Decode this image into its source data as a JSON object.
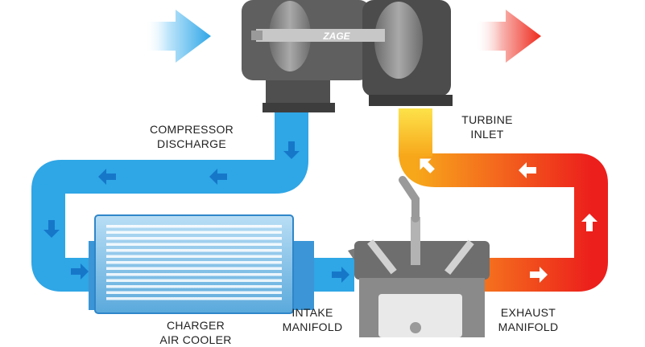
{
  "brand": {
    "logo_text": "ZAGE"
  },
  "labels": {
    "compressor_discharge": [
      "COMPRESSOR",
      "DISCHARGE"
    ],
    "turbine_inlet": [
      "TURBINE",
      "INLET"
    ],
    "charge_air_cooler": [
      "CHARGER",
      "AIR COOLER"
    ],
    "intake_manifold": [
      "INTAKE",
      "MANIFOLD"
    ],
    "exhaust_manifold": [
      "EXHAUST",
      "MANIFOLD"
    ]
  },
  "colors": {
    "cold_air": "#2fa6e6",
    "cold_air_dark": "#1677c9",
    "hot_exhaust": "#ef2a1c",
    "warm_exhaust": "#f7a71a",
    "metal": "#8e8e8e",
    "metal_dark": "#5b5b5b"
  },
  "icons": [
    "inflow-arrow-icon",
    "outflow-arrow-icon",
    "flow-direction-arrow-icon"
  ]
}
